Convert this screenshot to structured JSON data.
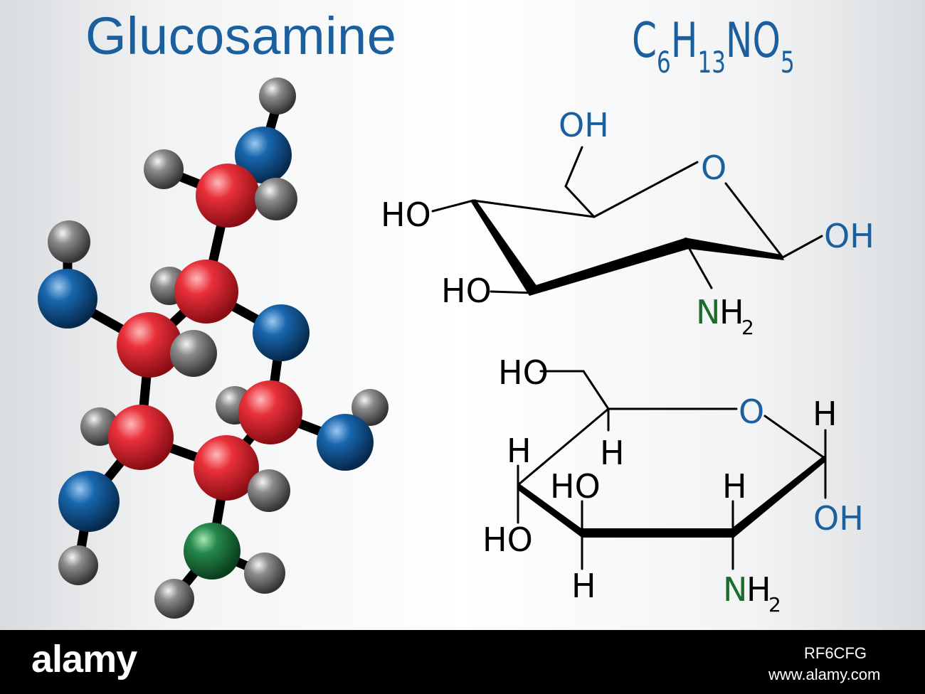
{
  "title": "Glucosamine",
  "formula": {
    "parts": [
      {
        "text": "C",
        "sub": "6"
      },
      {
        "text": "H",
        "sub": "13"
      },
      {
        "text": "N",
        "sub": ""
      },
      {
        "text": "O",
        "sub": "5"
      }
    ]
  },
  "colors": {
    "title": "#1a5f9e",
    "oxygen_label": "#1a5f9e",
    "nitrogen_label": "#1f6b2e",
    "carbon_ball": "#d31f2b",
    "oxygen_ball": "#0e4f8c",
    "nitrogen_ball": "#1f7a3a",
    "hydrogen_ball": "#6e6e6e",
    "bond": "#000000"
  },
  "skeletal": {
    "labels": [
      "OH",
      "O",
      "HO",
      "OH",
      "HO",
      "N",
      "H",
      "2"
    ]
  },
  "haworth": {
    "labels": [
      "HO",
      "O",
      "H",
      "H",
      "H",
      "HO",
      "H",
      "HO",
      "OH",
      "H",
      "N",
      "H",
      "2"
    ]
  },
  "watermark": {
    "brand": "alamy",
    "image_id": "RF6CFG",
    "site": "www.alamy.com"
  },
  "molecule_3d": {
    "description_icon": "ball-and-stick-model"
  }
}
